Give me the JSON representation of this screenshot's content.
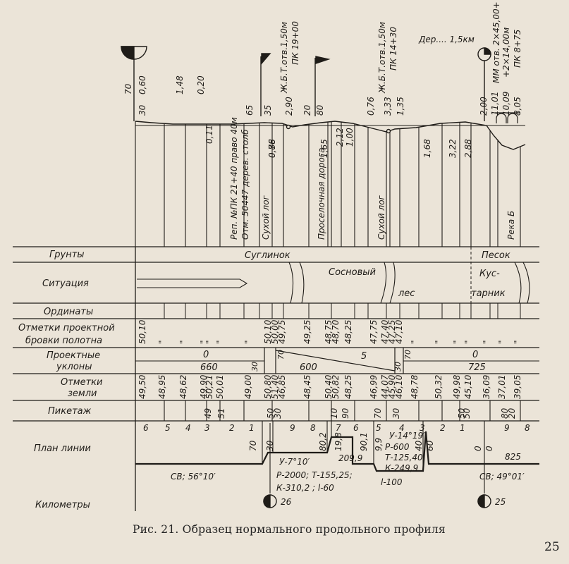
{
  "figure": {
    "caption": "Рис. 21. Образец нормального продольного профиля",
    "page_number": "25"
  },
  "row_labels": {
    "soils": "Грунты",
    "situation": "Ситуация",
    "ordinates": "Ординаты",
    "design_marks_1": "Отметки проектной",
    "design_marks_2": "бровки полотна",
    "design_slopes_1": "Проектные",
    "design_slopes_2": "уклоны",
    "ground_marks_1": "Отметки",
    "ground_marks_2": "земли",
    "picketage": "Пикетаж",
    "line_plan": "План линии",
    "kilometers": "Километры"
  },
  "soils": {
    "loam": "Суглинок",
    "sand": "Песок"
  },
  "situation": {
    "forest_1": "Сосновый",
    "forest_2": "лес",
    "shrub_1": "Кус-",
    "shrub_2": "тарник"
  },
  "profile_notes": {
    "benchmark": "Реп. №ПК 21+40 право 40м",
    "benchmark_2": "Отм. 50447 дерев. столб",
    "dry_log_1": "Сухой лог",
    "country_road": "Проселочная дорога",
    "dry_log_2": "Сухой лог",
    "river": "Река Б",
    "culvert_1_a": "Ж.Б.Т.отв.1,50м",
    "culvert_1_b": "ПК 19+00",
    "culvert_2_a": "Ж.Б.Т.отв.1,50м",
    "culvert_2_b": "ПК 14+30",
    "bridge_a": "ММ отв. 2×45,00+",
    "bridge_b": "+2×14,00м",
    "bridge_c": "ПК 8+75",
    "village": "Дер.... 1,5км"
  },
  "profile_top_values": [
    "70",
    "30",
    "0,60",
    "1,48",
    "0,20",
    "0,11",
    "65",
    "35",
    "0,76",
    "0,88",
    "2,90",
    "20",
    "80",
    "1,65",
    "2,12",
    "1,00",
    "0,76",
    "3,33",
    "1,35",
    "1,68",
    "3,22",
    "2,88",
    "2,00",
    "11,01",
    "10,09",
    "8,05"
  ],
  "design_marks": [
    "50,10",
    "\"",
    "\"",
    "\"",
    "\"",
    "\"",
    "\"",
    "50,10",
    "50,00",
    "49,75",
    "49,25",
    "48,75",
    "48,70",
    "48,25",
    "47,75",
    "47,40",
    "47,25",
    "47,10",
    "\"",
    "\"",
    "\"",
    "\"",
    "\"",
    "\"",
    "\""
  ],
  "design_slopes": {
    "seg1_slope": "0",
    "seg1_len": "660",
    "seg2_a": "30",
    "seg2_b": "70",
    "seg2_slope": "5",
    "seg2_len": "600",
    "seg3_a": "30",
    "seg3_b": "70",
    "seg4_slope": "0",
    "seg4_len": "725"
  },
  "ground_marks": [
    "49,50",
    "48,95",
    "48,62",
    "49,90",
    "50,21",
    "50,01",
    "49,00",
    "50,80",
    "51,40",
    "46,85",
    "48,45",
    "50,40",
    "50,82",
    "48,25",
    "46,99",
    "44,07",
    "45,90",
    "46,10",
    "48,78",
    "50,32",
    "49,98",
    "45,10",
    "36,09",
    "37,01",
    "39,05"
  ],
  "picketage_plus": [
    "49",
    "51",
    "50",
    "30",
    "10",
    "90",
    "70",
    "30",
    "50",
    "50",
    "80",
    "20"
  ],
  "pickets": [
    "6",
    "5",
    "4",
    "3",
    "2",
    "1",
    "9",
    "8",
    "7",
    "6",
    "5",
    "4",
    "3",
    "2",
    "1",
    "9",
    "8"
  ],
  "line_plan": {
    "a_70": "70",
    "a_30": "30",
    "a_802": "80,2",
    "a_198": "19,8",
    "a_2099": "209,9",
    "a_901": "90,1",
    "a_99": "9,9",
    "a_40": "40",
    "a_60": "60",
    "a_0a": "0",
    "a_0b": "0",
    "a_825": "825",
    "bearing_1": "СВ; 56°10′",
    "bearing_2": "СВ; 49°01′",
    "curve1_u": "У-7°10′",
    "curve1_rt": "Р-2000; Т-155,25;",
    "curve1_kl": "К-310,2 ; l-60",
    "curve2_u": "У-14°19′",
    "curve2_r": "Р-600",
    "curve2_t": "Т-125,40",
    "curve2_k": "К-249,9",
    "curve2_l": "l-100"
  },
  "kilometers": {
    "km26": "26",
    "km25": "25"
  }
}
